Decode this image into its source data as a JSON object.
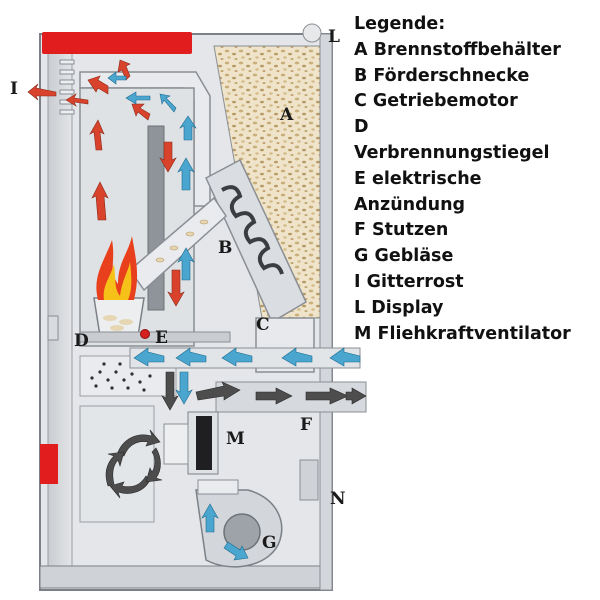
{
  "diagram": {
    "labels": {
      "A": "A",
      "B": "B",
      "C": "C",
      "D": "D",
      "E": "E",
      "F": "F",
      "G": "G",
      "I": "I",
      "L": "L",
      "M": "M",
      "N": "N"
    },
    "colors": {
      "hot_air": "#d9432c",
      "cold_air": "#4aa6cf",
      "exhaust": "#4d4d4d",
      "flame_outer": "#e8401c",
      "flame_inner": "#f6c21a",
      "housing": "#d6d9dd",
      "red_panel": "#e11d1d",
      "pellets": "#e6d6b2"
    }
  },
  "legend": {
    "title": "Legende:",
    "items": [
      "A Brennstoffbehälter",
      "B Förderschnecke",
      "C Getriebemotor",
      "D",
      "Verbrennungstiegel",
      "E elektrische",
      "Anzündung",
      "F Stutzen",
      "G Gebläse",
      "I Gitterrost",
      "L Display",
      "M Fliehkraftventilator"
    ]
  }
}
